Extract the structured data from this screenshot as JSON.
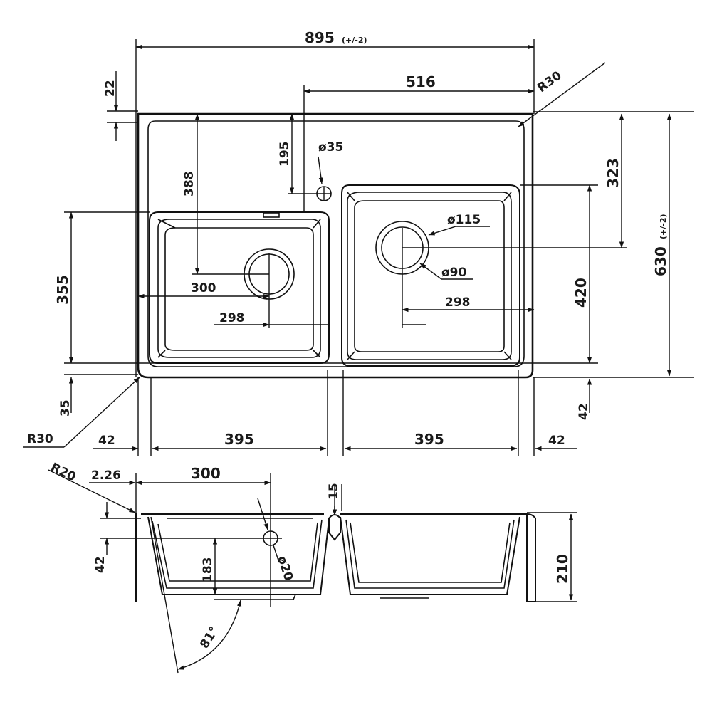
{
  "plan_view": {
    "overall_width": "895",
    "overall_width_tolerance": "(+/-2)",
    "overall_depth": "630",
    "overall_depth_tolerance": "(+/-2)",
    "corner_radius_top_right": "R30",
    "corner_radius_bottom_left": "R30",
    "front_rim": "22",
    "right_bowl_offset": "516",
    "tap_hole_offset": "195",
    "tap_hole_diameter": "ø35",
    "left_bowl_drain_from_top": "388",
    "left_bowl_depth": "355",
    "left_bowl_width_to_drain": "300",
    "left_bowl_drain_offset": "298",
    "right_bowl_drain_from_top": "323",
    "right_bowl_depth": "420",
    "right_bowl_drain_offset": "298",
    "drain_outer_diameter": "ø115",
    "drain_inner_diameter": "ø90",
    "rear_margin_left": "35",
    "rear_margin_right": "42",
    "side_margin_left": "42",
    "side_margin_right": "42",
    "left_bowl_width": "395",
    "right_bowl_width": "395"
  },
  "section_view": {
    "edge_radius": "R20",
    "rim_offset": "2.26",
    "drain_distance": "300",
    "divider_width": "15",
    "rim_height": "42",
    "drain_height": "183",
    "drain_diameter": "ø20",
    "bowl_height": "210",
    "wall_angle": "81°"
  }
}
